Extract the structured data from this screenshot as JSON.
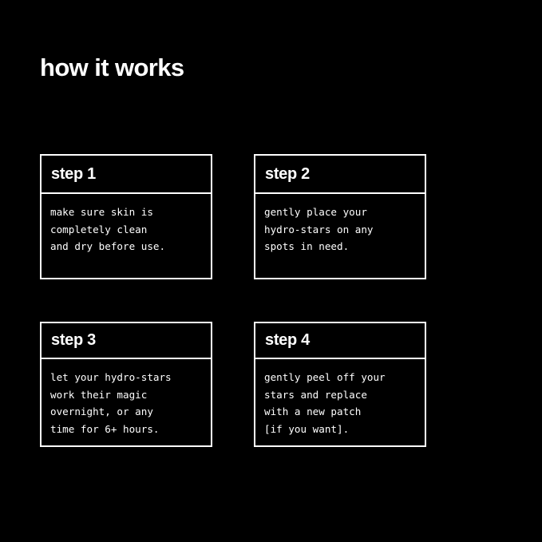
{
  "page": {
    "background_color": "#000000",
    "text_color": "#ffffff",
    "title": "how it works"
  },
  "steps": [
    {
      "header": "step 1",
      "lines": [
        "make sure skin is",
        "completely clean",
        "and dry before use."
      ]
    },
    {
      "header": "step 2",
      "lines": [
        "gently place your",
        "hydro-stars on any",
        "spots in need."
      ]
    },
    {
      "header": "step 3",
      "lines": [
        "let your hydro-stars",
        "work their magic",
        "overnight, or any",
        "time for 6+ hours."
      ]
    },
    {
      "header": "step 4",
      "lines": [
        "gently peel off your",
        "stars and replace",
        "with a new patch",
        "[if you want]."
      ]
    }
  ]
}
